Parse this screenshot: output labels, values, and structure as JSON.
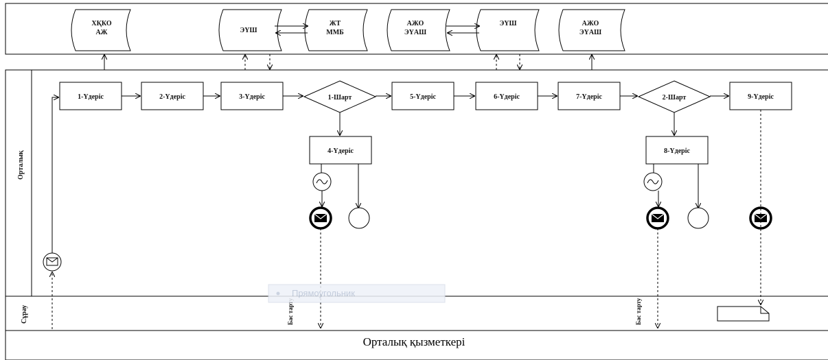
{
  "systems": [
    "ХҚКО АЖ",
    "ЭҮШ",
    "ЖТ ММБ",
    "АЖО ЭҮАШ",
    "ЭҮШ",
    "АЖО ЭҮАШ"
  ],
  "lanes": {
    "main": "Орталық",
    "applicant": "Сұрау",
    "employee": "Орталық қызметкері"
  },
  "processes": [
    "1-Үдеріс",
    "2-Үдеріс",
    "3-Үдеріс",
    "4-Үдеріс",
    "5-Үдеріс",
    "6-Үдеріс",
    "7-Үдеріс",
    "8-Үдеріс",
    "9-Үдеріс"
  ],
  "conditions": [
    "1-Шарт",
    "2-Шарт"
  ],
  "refusal_label": "Бас тарту",
  "overlay_label": "Прямоугольник"
}
